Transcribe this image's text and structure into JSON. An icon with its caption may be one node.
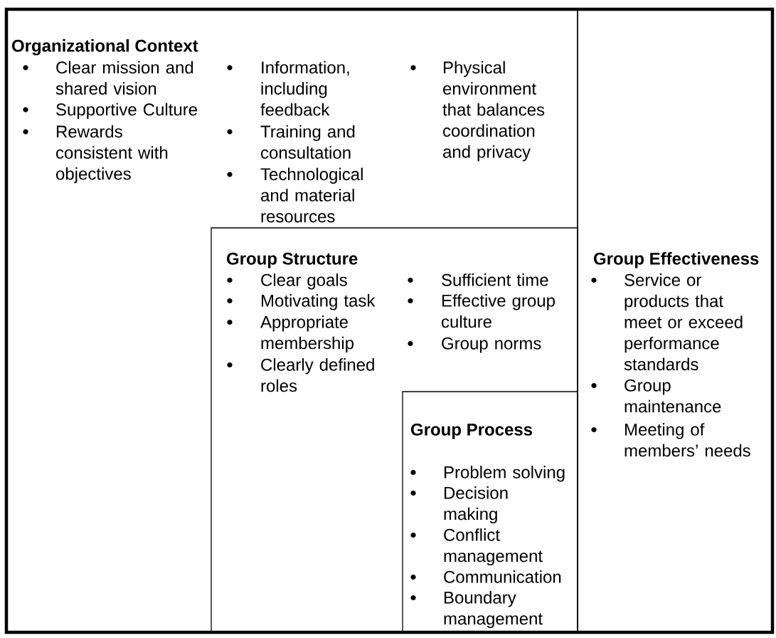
{
  "diagram": {
    "nodes": [
      {
        "text": [
          "Organizational Context",
          "Clear mission and shared vision",
          "Supportive Culture",
          "Rewards consistent with objectives",
          "Information, including feedback",
          "Training and consultation",
          "Technological and material resources",
          "Physical environment that balances coordination and privacy"
        ]
      },
      {
        "text": [
          "Group Structure",
          "Clear goals",
          "Motivating task",
          "Appropriate membership",
          "Clearly defined roles",
          "Sufficient time",
          "Effective group culture",
          "Group norms"
        ],
        "in": 0
      },
      {
        "text": [
          "Group Process",
          "Problem solving",
          "Decision making",
          "Conflict management",
          "Communication",
          "Boundary management"
        ],
        "in": 1
      },
      {
        "text": [
          "Group Effectiveness",
          "Service or products that meet or exceed performance standards",
          "Group maintenance",
          "Meeting of members’ needs"
        ]
      }
    ]
  }
}
